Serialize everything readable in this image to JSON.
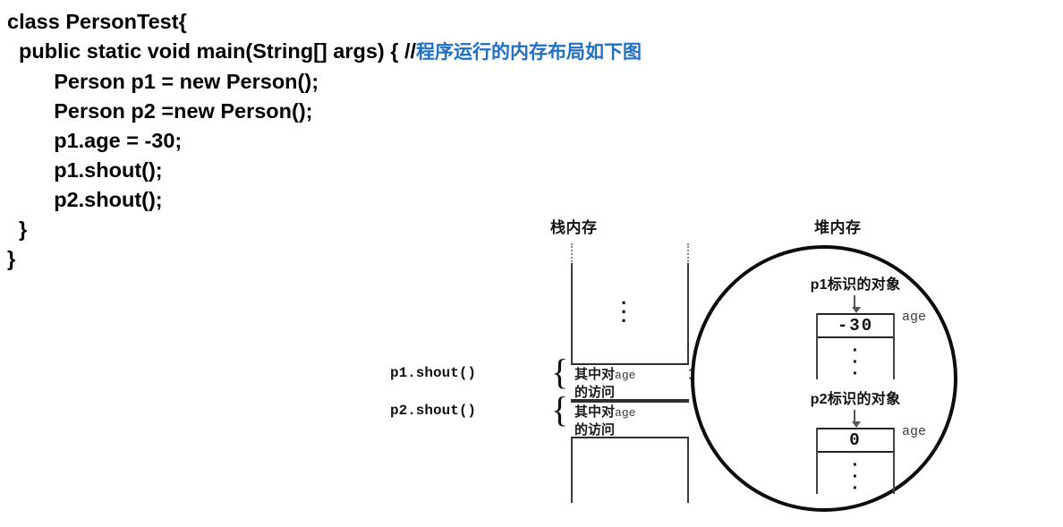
{
  "code": {
    "lines": [
      {
        "id": "line-class-decl",
        "text": "class PersonTest{"
      },
      {
        "id": "line-main-decl",
        "text": "  public static void main(String[] args) { "
      },
      {
        "id": "line-new-p1",
        "text": "        Person p1 = new Person();"
      },
      {
        "id": "line-new-p2",
        "text": "        Person p2 =new Person();"
      },
      {
        "id": "line-set-age",
        "text": "        p1.age = -30;"
      },
      {
        "id": "line-p1-shout",
        "text": "        p1.shout();"
      },
      {
        "id": "line-p2-shout",
        "text": "        p2.shout();"
      },
      {
        "id": "line-close-main",
        "text": "  }"
      },
      {
        "id": "line-close-class",
        "text": "}"
      }
    ],
    "comment_slashes": "//",
    "comment_text": "程序运行的内存布局如下图",
    "comment_color": "#1f6fc4"
  },
  "diagram": {
    "stack_title": "栈内存",
    "heap_title": "堆内存",
    "stack_ellipsis": [
      "·",
      "·",
      "·"
    ],
    "stack_frames": [
      {
        "id": "stack-frame-p1",
        "call_label": "p1.shout()",
        "brace": "{",
        "line1_cn": "其中对",
        "line1_mono": "age",
        "line2_cn": "的访问"
      },
      {
        "id": "stack-frame-p2",
        "call_label": "p2.shout()",
        "brace": "{",
        "line1_cn": "其中对",
        "line1_mono": "age",
        "line2_cn": "的访问"
      }
    ],
    "heap_objects": [
      {
        "id": "heap-object-p1",
        "title": "p1标识的对象",
        "value": "-30",
        "field_name": "age",
        "ellipsis": [
          "·",
          "·",
          "·"
        ]
      },
      {
        "id": "heap-object-p2",
        "title": "p2标识的对象",
        "value": "0",
        "field_name": "age",
        "ellipsis": [
          "·",
          "·",
          "·"
        ]
      }
    ]
  }
}
